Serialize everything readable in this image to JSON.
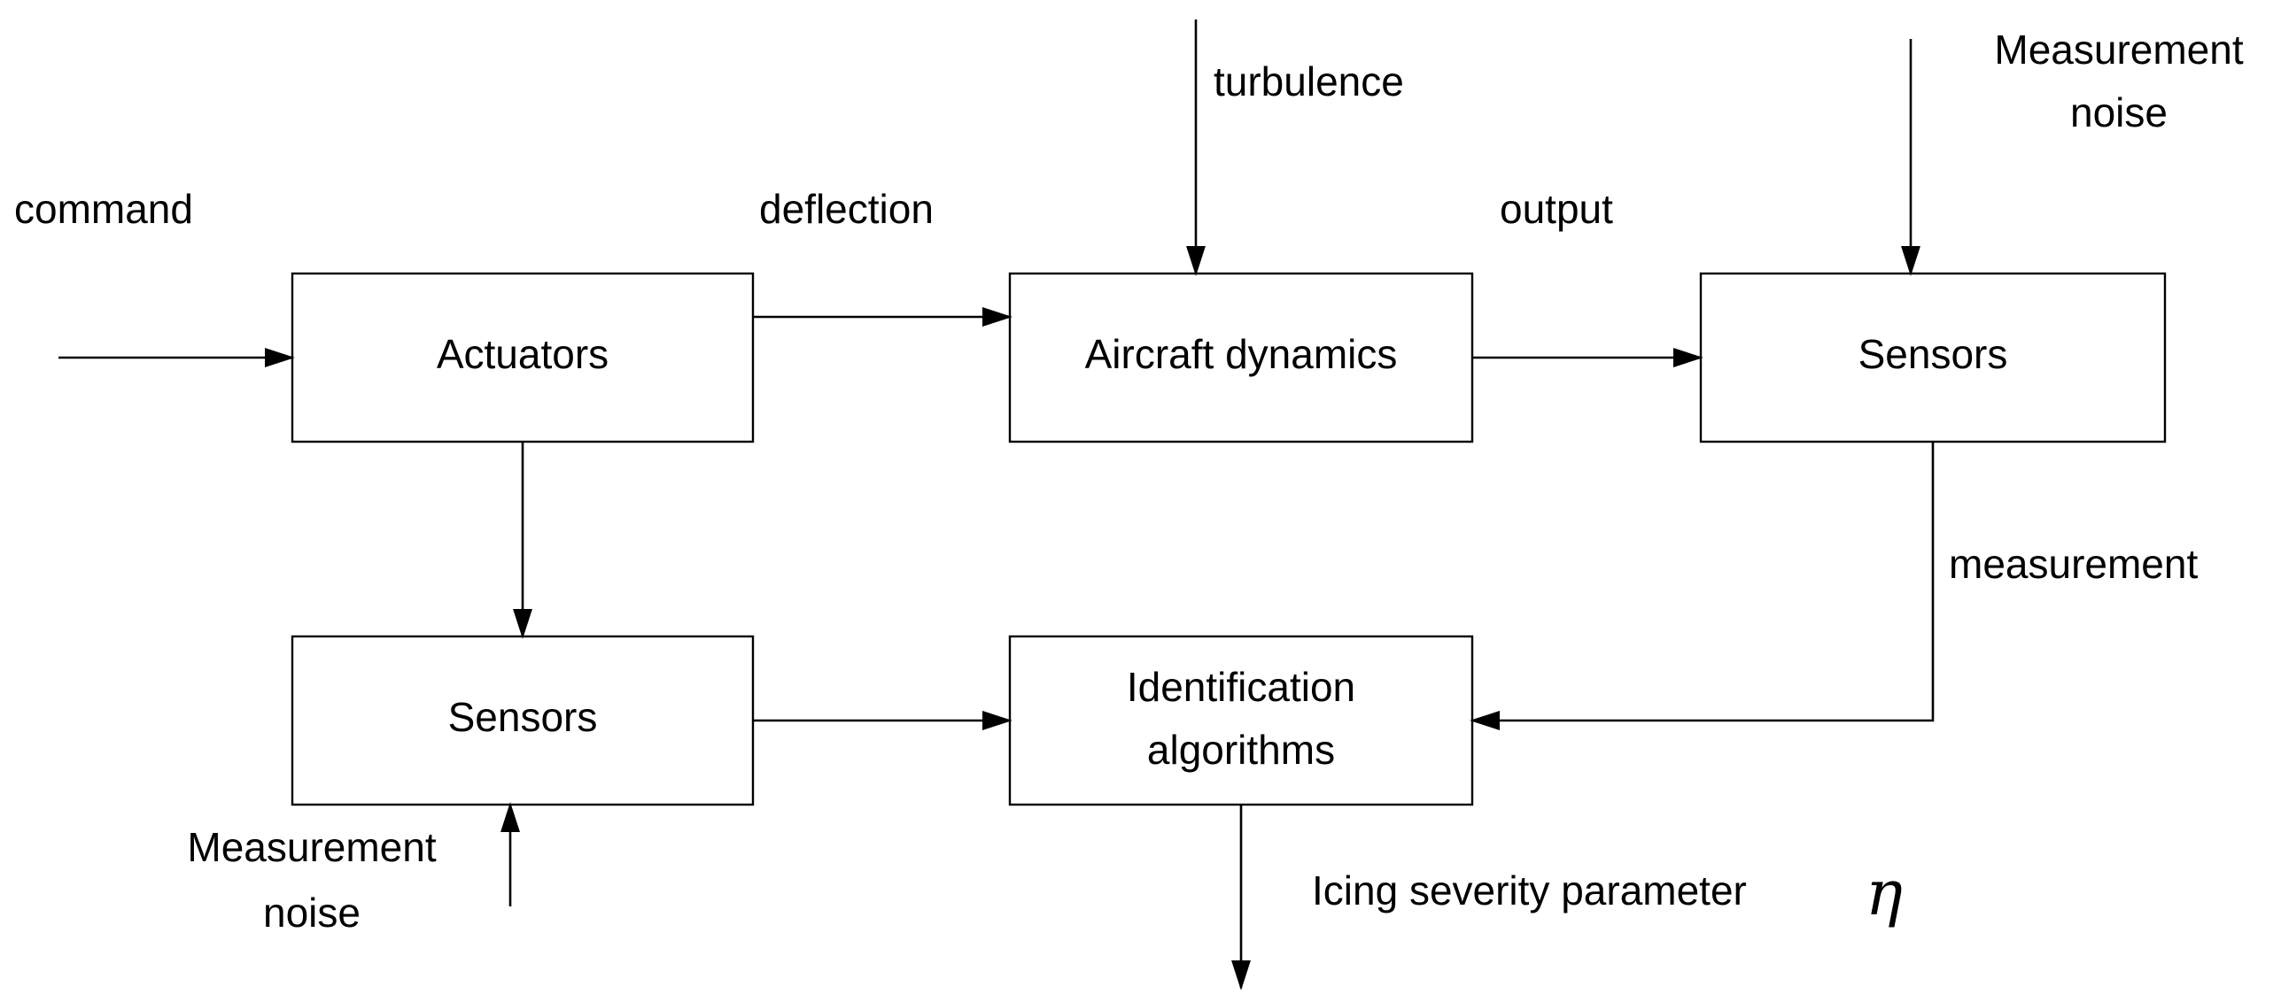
{
  "blocks": {
    "actuators": "Actuators",
    "aircraft_dynamics": "Aircraft dynamics",
    "sensors_top": "Sensors",
    "sensors_bottom": "Sensors",
    "identification_line1": "Identification",
    "identification_line2": "algorithms"
  },
  "signals": {
    "command": "command",
    "deflection": "deflection",
    "turbulence": "turbulence",
    "output": "output",
    "measurement_noise_top_line1": "Measurement",
    "measurement_noise_top_line2": "noise",
    "measurement": "measurement",
    "measurement_noise_bottom_line1": "Measurement",
    "measurement_noise_bottom_line2": "noise",
    "icing_severity": "Icing severity parameter",
    "eta_symbol": "η"
  },
  "colors": {
    "stroke": "#000000",
    "background": "#ffffff"
  }
}
